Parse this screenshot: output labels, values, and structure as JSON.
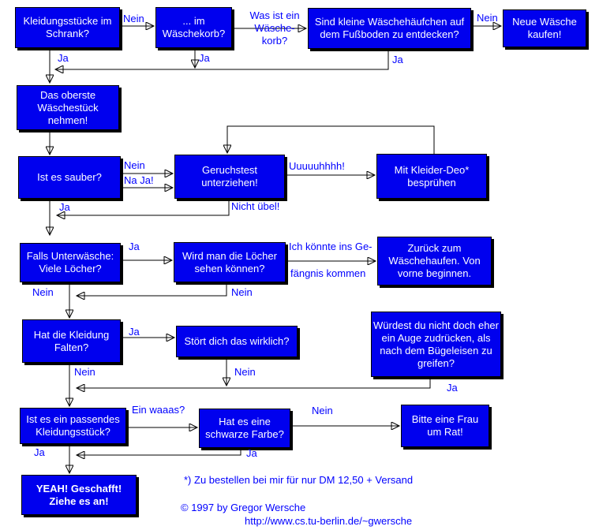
{
  "diagram": {
    "title_implicit": "Wäsche-Flussdiagramm",
    "colors": {
      "node_fill": "#0000ee",
      "node_text": "#ffffff",
      "node_border": "#000000",
      "node_shadow": "#000000",
      "edge_label": "#0000ff",
      "line": "#000000",
      "background": "#ffffff"
    },
    "nodes": {
      "schrank": "Kleidungsstücke im\nSchrank?",
      "waeschekorb": "... im\nWäschekorb?",
      "waeschehaeufchen": "Sind kleine Wäschehäufchen auf\ndem Fußboden zu entdecken?",
      "neue_waesche": "Neue Wäsche\nkaufen!",
      "oberste": "Das oberste\nWäschestück\nnehmen!",
      "sauber": "Ist es sauber?",
      "geruchstest": "Geruchstest\nunterziehen!",
      "kleider_deo": "Mit Kleider-Deo*\nbesprühen",
      "unterwaesche": "Falls Unterwäsche:\nViele Löcher?",
      "loecher_sehen": "Wird man die Löcher\nsehen können?",
      "zurueck": "Zurück zum\nWäschehaufen. Von\nvorne beginnen.",
      "falten": "Hat die Kleidung\nFalten?",
      "stoert": "Stört dich das wirklich?",
      "wuerdest": "Würdest du nicht doch eher\nein Auge zudrücken, als\nnach dem Bügeleisen zu\ngreifen?",
      "passendes": "Ist es ein passendes\nKleidungsstück?",
      "schwarze_farbe": "Hat es eine\nschwarze Farbe?",
      "frau_rat": "Bitte eine Frau\num Rat!",
      "yeah": "YEAH! Geschafft!\nZiehe es an!"
    },
    "edge_labels": {
      "nein_schrank": "Nein",
      "was_ist": "Was ist ein\nWäsche-\nkorb?",
      "nein_haeufchen": "Nein",
      "ja_schrank": "Ja",
      "ja_korb": "Ja",
      "ja_haeufchen": "Ja",
      "nein_sauber": "Nein",
      "na_ja": "Na Ja!",
      "uuuu": "Uuuuuhhhh!",
      "nicht_uebel": "Nicht übel!",
      "ja_sauber": "Ja",
      "ja_loecher": "Ja",
      "gefaengnis_1": "Ich könnte ins Ge-",
      "gefaengnis_2": "fängnis kommen",
      "nein_unterwaesche": "Nein",
      "nein_loecher": "Nein",
      "ja_falten": "Ja",
      "nein_falten": "Nein",
      "nein_stoert": "Nein",
      "ja_wuerdest": "Ja",
      "ein_waaas": "Ein waaas?",
      "nein_schwarz": "Nein",
      "ja_passend": "Ja",
      "ja_schwarz": "Ja"
    },
    "footer": {
      "note": "*) Zu bestellen bei mir für nur DM 12,50 + Versand",
      "copyright": "© 1997 by Gregor Wersche",
      "url": "http://www.cs.tu-berlin.de/~gwersche"
    }
  }
}
